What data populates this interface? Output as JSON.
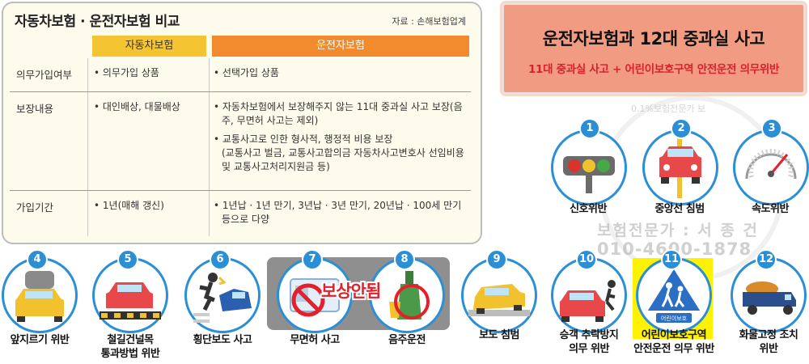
{
  "table": {
    "title": "자동차보험 · 운전자보험 비교",
    "source": "자료 : 손해보험업계",
    "col_car": "자동차보험",
    "col_driver": "운전자보험",
    "rows": [
      {
        "label": "의무가입여부",
        "car": "• 의무가입 상품",
        "driver": [
          "• 선택가입 상품"
        ]
      },
      {
        "label": "보장내용",
        "car": "• 대인배상, 대물배상",
        "driver": [
          "• 자동차보험에서 보장해주지 않는 11대 중과실 사고 보장(음주, 무면허 사고는 제외)",
          "• 교통사고로 인한 형사적, 행정적 비용 보장",
          "(교통사고 벌금, 교통사고합의금 자동차사고변호사 선임비용 및 교통사고처리지원금 등)"
        ]
      },
      {
        "label": "가입기간",
        "car": "• 1년(매해 갱신)",
        "driver": [
          "• 1년납 · 1년 만기, 3년납 · 3년 만기, 20년납 · 100세 만기 등으로 다양"
        ]
      }
    ]
  },
  "header": {
    "title": "운전자보험과 12대 중과실 사고",
    "subtitle": "11대 중과실 사고 + 어린이보호구역 안전운전 의무위반"
  },
  "watermark": {
    "arc": "0.1%보험전문가 보",
    "line1": "보험전문가 : 서 종 건",
    "line2": "010-4600-1878"
  },
  "stamp": "보상안됨",
  "items": [
    {
      "num": "1",
      "label": "신호위반",
      "icon": "traffic-light-icon"
    },
    {
      "num": "2",
      "label": "중앙선 침범",
      "icon": "center-line-car-icon"
    },
    {
      "num": "3",
      "label": "속도위반",
      "icon": "speedometer-icon"
    },
    {
      "num": "4",
      "label": "앞지르기 위반",
      "icon": "overtaking-car-icon"
    },
    {
      "num": "5",
      "label": "철길건널목\n통과방법 위반",
      "icon": "railroad-crossing-icon"
    },
    {
      "num": "6",
      "label": "횡단보도 사고",
      "icon": "pedestrian-accident-icon"
    },
    {
      "num": "7",
      "label": "무면허 사고",
      "icon": "no-license-icon"
    },
    {
      "num": "8",
      "label": "음주운전",
      "icon": "drunk-driving-icon"
    },
    {
      "num": "9",
      "label": "보도 침범",
      "icon": "sidewalk-intrusion-icon"
    },
    {
      "num": "10",
      "label": "승객 추락방지\n의무 위반",
      "icon": "passenger-fall-icon"
    },
    {
      "num": "11",
      "label": "어린이보호구역\n안전운전 의무 위반",
      "icon": "school-zone-icon",
      "sign_text": "어린이보호"
    },
    {
      "num": "12",
      "label": "화물고정 조치\n위반",
      "icon": "cargo-truck-icon"
    }
  ],
  "colors": {
    "accent_blue": "#2b8fd6",
    "title_bg": "#f19c82",
    "subtitle_red": "#d8212d",
    "car_header": "#f4c433",
    "driver_header": "#f28b2d",
    "stamp_red": "#e4202a",
    "highlight_yellow": "#fff200"
  }
}
